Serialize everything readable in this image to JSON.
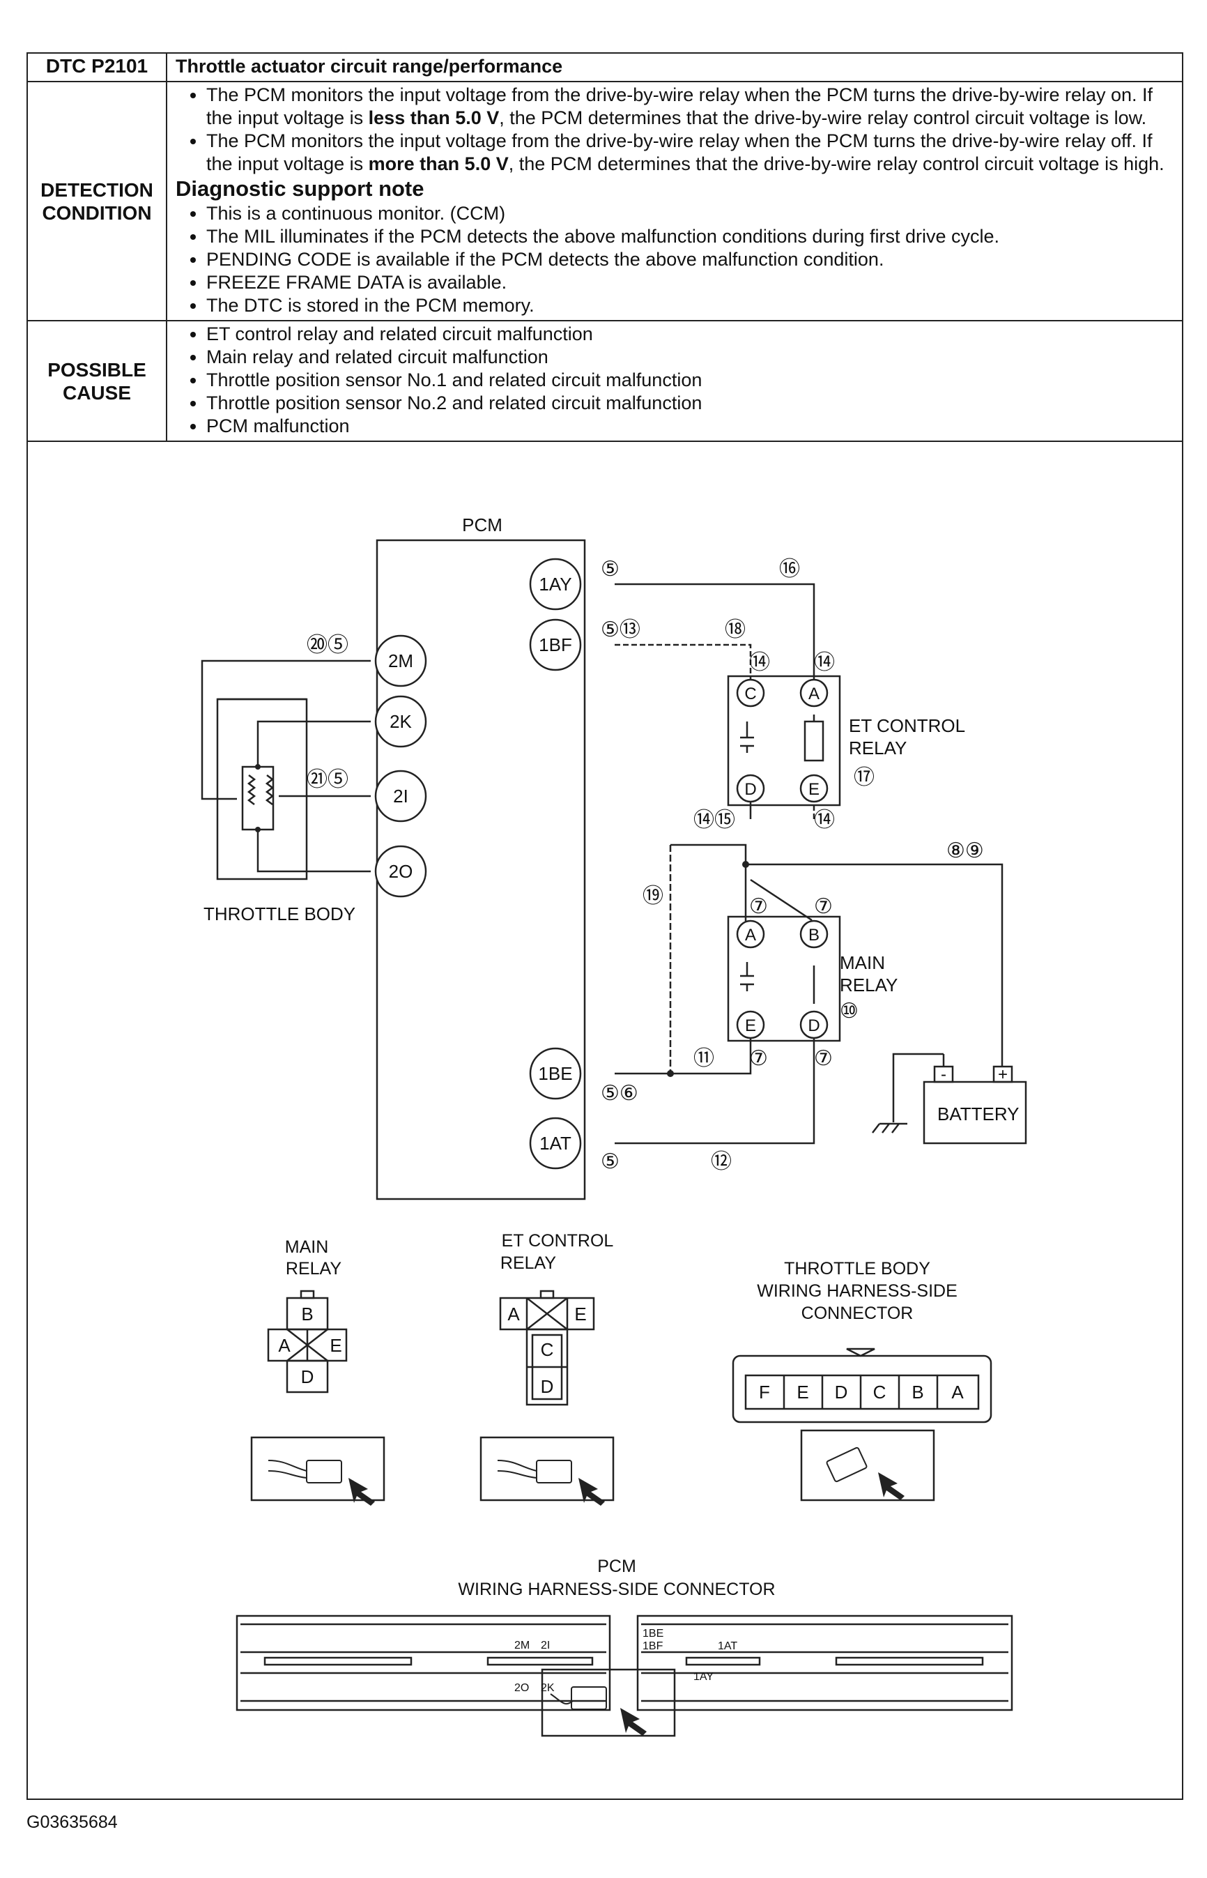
{
  "header": {
    "code": "DTC P2101",
    "title": "Throttle actuator circuit range/performance"
  },
  "detection": {
    "label_line1": "DETECTION",
    "label_line2": "CONDITION",
    "items": [
      {
        "pre": "The PCM monitors the input voltage from the drive-by-wire relay when the PCM turns the drive-by-wire relay on. If the input voltage is ",
        "bold": "less than 5.0 V",
        "post": ", the PCM determines that the drive-by-wire relay control circuit voltage is low."
      },
      {
        "pre": "The PCM monitors the input voltage from the drive-by-wire relay when the PCM turns the drive-by-wire relay off. If the input voltage is ",
        "bold": "more than 5.0 V",
        "post": ", the PCM determines that the drive-by-wire relay control circuit voltage is high."
      }
    ],
    "note_title": "Diagnostic support note",
    "notes": [
      "This is a continuous monitor. (CCM)",
      "The MIL illuminates if the PCM detects the above malfunction conditions during first drive cycle.",
      "PENDING CODE is available if the PCM detects the above malfunction condition.",
      "FREEZE FRAME DATA is available.",
      "The DTC is stored in the PCM memory."
    ]
  },
  "cause": {
    "label_line1": "POSSIBLE",
    "label_line2": "CAUSE",
    "items": [
      "ET control relay and related circuit malfunction",
      "Main relay and related circuit malfunction",
      "Throttle position sensor No.1 and related circuit malfunction",
      "Throttle position sensor No.2 and related circuit malfunction",
      "PCM malfunction"
    ]
  },
  "diagram": {
    "pcm": "PCM",
    "pins": {
      "p1ay": "1AY",
      "p1bf": "1BF",
      "p2m": "2M",
      "p2k": "2K",
      "p2i": "2I",
      "p2o": "2O",
      "p1be": "1BE",
      "p1at": "1AT"
    },
    "throttle_body": "THROTTLE BODY",
    "et_relay_1": "ET CONTROL",
    "et_relay_2": "RELAY",
    "main_relay_1": "MAIN",
    "main_relay_2": "RELAY",
    "battery": "BATTERY",
    "relay_terms": {
      "a": "A",
      "b": "B",
      "c": "C",
      "d": "D",
      "e": "E"
    },
    "refs": {
      "r5": "⑤",
      "r16": "⑯",
      "r5_13": "⑤⑬",
      "r18": "⑱",
      "r14": "⑭",
      "r20_5": "⑳⑤",
      "r21_5": "㉑⑤",
      "r17": "⑰",
      "r14_15": "⑭⑮",
      "r8_9": "⑧⑨",
      "r19": "⑲",
      "r7": "⑦",
      "r10": "⑩",
      "r11": "⑪",
      "r5_6": "⑤⑥",
      "r12": "⑫"
    },
    "minus": "-",
    "plus": "+"
  },
  "connectors": {
    "main_relay_1": "MAIN",
    "main_relay_2": "RELAY",
    "et_relay_1": "ET CONTROL",
    "et_relay_2": "RELAY",
    "tb_1": "THROTTLE BODY",
    "tb_2": "WIRING HARNESS-SIDE",
    "tb_3": "CONNECTOR",
    "tb_pins": [
      "F",
      "E",
      "D",
      "C",
      "B",
      "A"
    ],
    "pcm_1": "PCM",
    "pcm_2": "WIRING HARNESS-SIDE CONNECTOR",
    "pcm_pins": {
      "p2m": "2M",
      "p2i": "2I",
      "p2o": "2O",
      "p2k": "2K",
      "p1be": "1BE",
      "p1bf": "1BF",
      "p1at": "1AT",
      "p1ay": "1AY"
    }
  },
  "footer": "G03635684"
}
